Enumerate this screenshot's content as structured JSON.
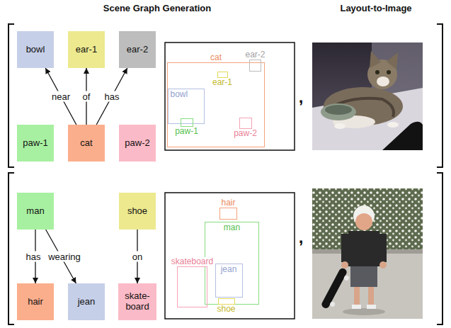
{
  "diagram": {
    "nodes": [
      {
        "text": [
          "bowl"
        ]
      },
      {
        "text": [
          "ear-1"
        ]
      },
      {
        "text": [
          "ear-2"
        ]
      },
      {
        "text": [
          "paw-1"
        ]
      },
      {
        "text": [
          "cat"
        ]
      },
      {
        "text": [
          "paw-2"
        ]
      },
      {
        "text": [
          "cat"
        ]
      },
      {
        "text": [
          "ear-2"
        ]
      },
      {
        "text": [
          "ear-1"
        ],
        "in": 6
      },
      {
        "text": [
          "bowl"
        ],
        "in": 6
      },
      {
        "text": [
          "paw-1"
        ],
        "in": 6
      },
      {
        "text": [
          "paw-2"
        ],
        "in": 6
      },
      {
        "text": [
          "man"
        ]
      },
      {
        "text": [
          "shoe"
        ]
      },
      {
        "text": [
          "hair"
        ]
      },
      {
        "text": [
          "jean"
        ]
      },
      {
        "text": [
          "skate-board"
        ]
      },
      {
        "text": [
          "hair"
        ]
      },
      {
        "text": [
          "man"
        ]
      },
      {
        "text": [
          "jean"
        ],
        "in": 18
      },
      {
        "text": [
          "skateboard"
        ]
      },
      {
        "text": [
          "shoe"
        ],
        "in": 18
      }
    ],
    "edges": [
      {
        "from": 4,
        "to": 0,
        "arrow": "to",
        "label": "near"
      },
      {
        "from": 4,
        "to": 1,
        "arrow": "to",
        "label": "of"
      },
      {
        "from": 4,
        "to": 2,
        "arrow": "to",
        "label": "has"
      },
      {
        "from": 12,
        "to": 14,
        "arrow": "to",
        "label": "has"
      },
      {
        "from": 12,
        "to": 15,
        "arrow": "to",
        "label": "wearing"
      },
      {
        "from": 13,
        "to": 16,
        "arrow": "to",
        "label": "on"
      }
    ],
    "labels": [
      "Scene Graph Generation",
      "Layout-to-Image",
      ",",
      ","
    ]
  }
}
